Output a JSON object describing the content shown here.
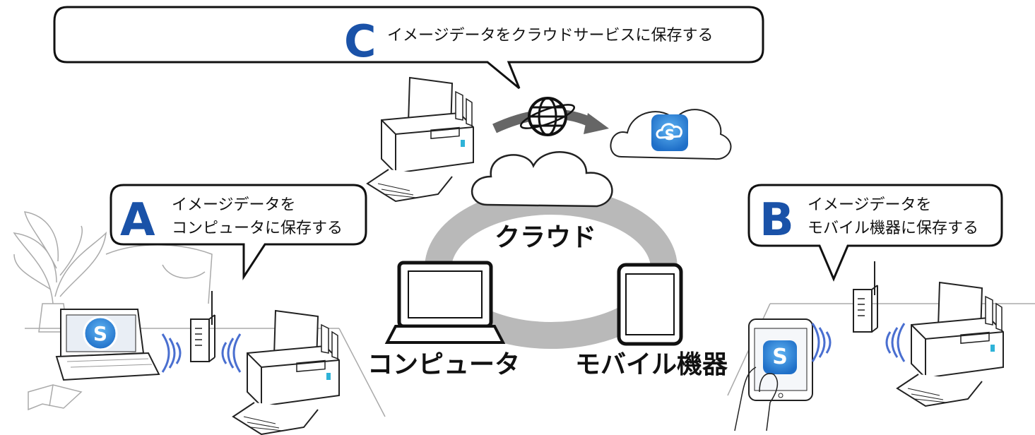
{
  "center": {
    "cloud_label": "クラウド",
    "computer_label": "コンピュータ",
    "mobile_label": "モバイル機器"
  },
  "callouts": {
    "a": {
      "letter": "A",
      "line1": "イメージデータを",
      "line2": "コンピュータに保存する"
    },
    "b": {
      "letter": "B",
      "line1": "イメージデータを",
      "line2": "モバイル機器に保存する"
    },
    "c": {
      "letter": "C",
      "line1": "イメージデータをクラウドサービスに保存する"
    }
  },
  "colors": {
    "brand_blue": "#1a52a8",
    "ring_gray": "#b9b9b9",
    "wave_blue": "#4a6fd0",
    "arrow_gray": "#666666",
    "app_icon_blue": "#2f8fe0"
  },
  "icons": {
    "app": "scansnap-s-icon",
    "cloud_app": "scansnap-cloud-icon",
    "globe": "globe-icon"
  }
}
